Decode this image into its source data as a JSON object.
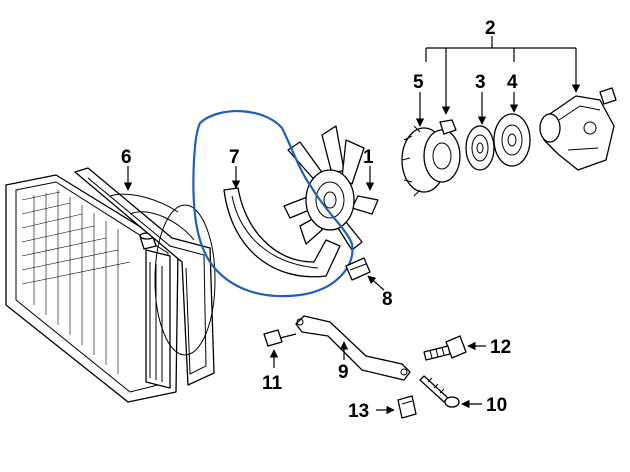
{
  "diagram": {
    "callouts": [
      {
        "id": "1",
        "label": "1"
      },
      {
        "id": "2",
        "label": "2"
      },
      {
        "id": "3",
        "label": "3"
      },
      {
        "id": "4",
        "label": "4"
      },
      {
        "id": "5",
        "label": "5"
      },
      {
        "id": "6",
        "label": "6"
      },
      {
        "id": "7",
        "label": "7"
      },
      {
        "id": "8",
        "label": "8"
      },
      {
        "id": "9",
        "label": "9"
      },
      {
        "id": "10",
        "label": "10"
      },
      {
        "id": "11",
        "label": "11"
      },
      {
        "id": "12",
        "label": "12"
      },
      {
        "id": "13",
        "label": "13"
      }
    ],
    "highlight_color": "#1f5fb8",
    "line_color": "#000000",
    "background": "#ffffff"
  }
}
